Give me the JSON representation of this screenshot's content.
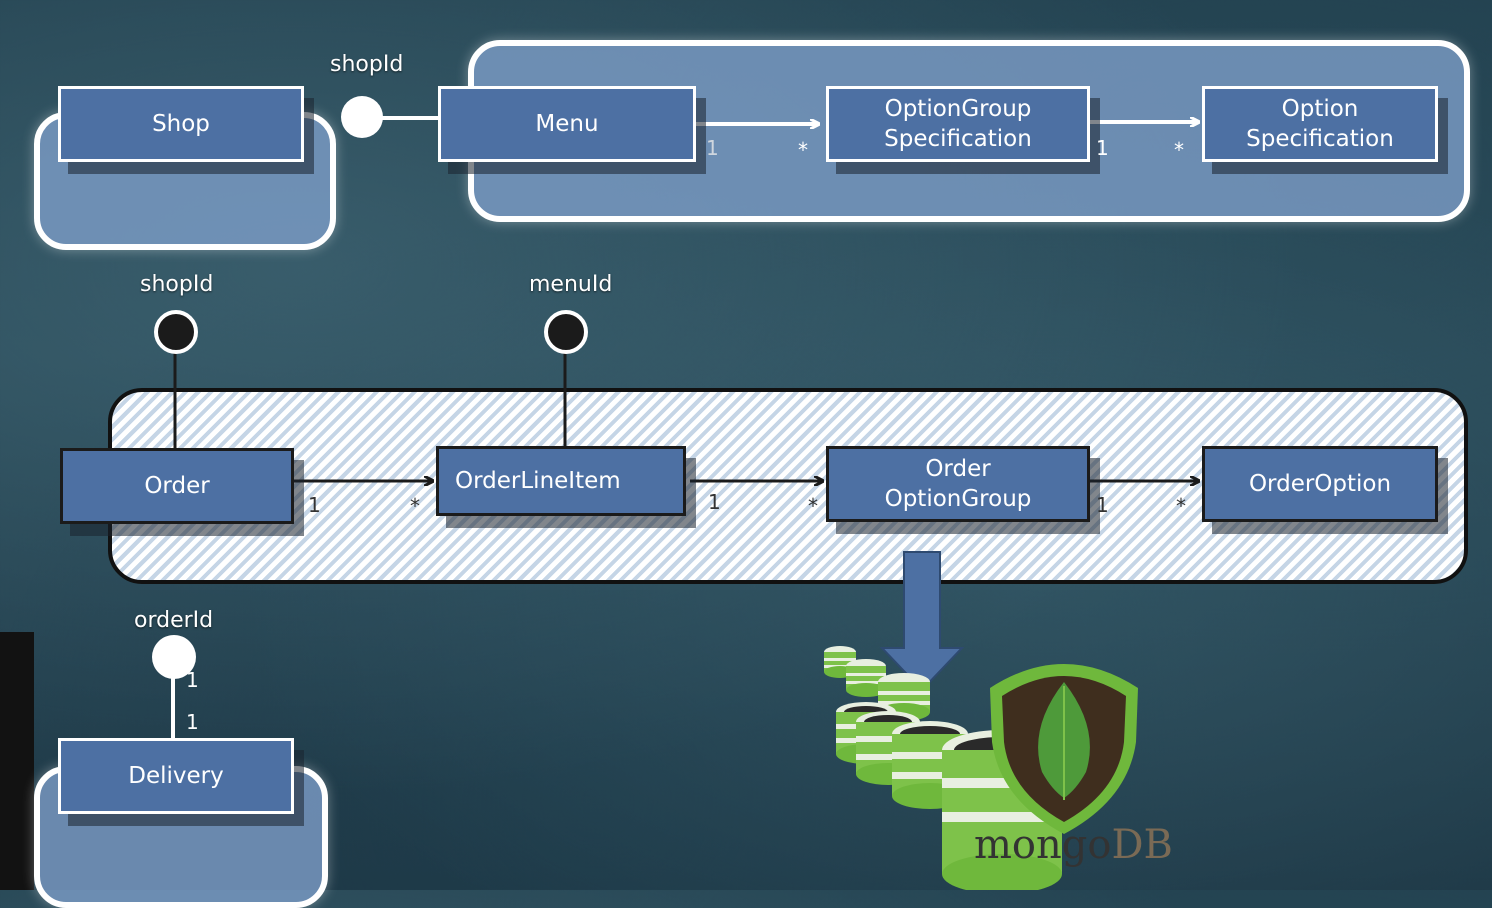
{
  "entities": {
    "shop": "Shop",
    "menu": "Menu",
    "option_group_spec": [
      "OptionGroup",
      "Specification"
    ],
    "option_spec": [
      "Option",
      "Specification"
    ],
    "order": "Order",
    "order_line_item": "OrderLineItem",
    "order_option_group": [
      "Order",
      "OptionGroup"
    ],
    "order_option": "OrderOption",
    "delivery": "Delivery"
  },
  "id_refs": {
    "menu_shop": "shopId",
    "order_shop": "shopId",
    "order_menu": "menuId",
    "delivery_order": "orderId"
  },
  "multiplicities": {
    "menu_optiongroup": [
      "1",
      "*"
    ],
    "optiongroup_option": [
      "1",
      "*"
    ],
    "order_lineitem": [
      "1",
      "*"
    ],
    "lineitem_optiongroup": [
      "1",
      "*"
    ],
    "optiongroup_orderoption": [
      "1",
      "*"
    ],
    "order_delivery": [
      "1",
      "1"
    ]
  },
  "logo": {
    "text_main": "mongo",
    "text_db": "DB"
  },
  "colors": {
    "entity_fill": "#4d70a3",
    "aggregate_fill": "#7d9ec8",
    "hatch": "#c5d5e6",
    "mongo_green": "#6fb83c",
    "mongo_leaf": "#4e9a3a",
    "mongo_shield": "#3f2e1e"
  }
}
